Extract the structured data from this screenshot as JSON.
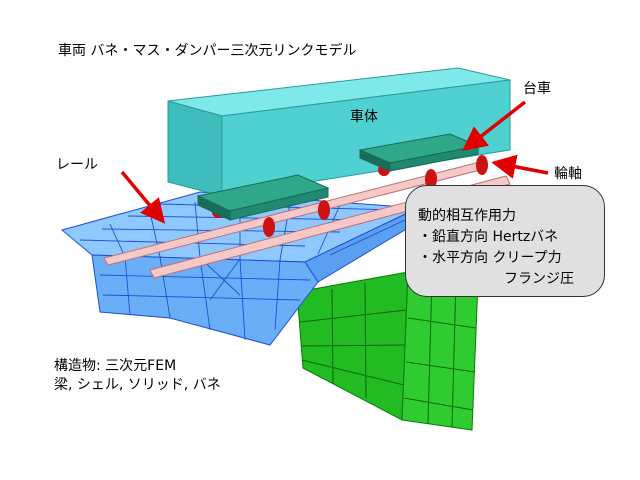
{
  "model_title": "車両 バネ・マス・ダンパー三次元リンクモデル",
  "labels": {
    "car_body": "車体",
    "bogie": "台車",
    "rail": "レール",
    "wheelset": "輪軸"
  },
  "interaction": {
    "title": "動的相互作用力",
    "line1": "・鉛直方向 Hertzバネ",
    "line2": "・水平方向 クリープ力",
    "line3": "フランジ圧"
  },
  "structure": {
    "line1": "構造物: 三次元FEM",
    "line2": "梁, シェル, ソリッド, バネ"
  },
  "colors": {
    "car_body": "#4fd1d1",
    "bogie": "#2fa88a",
    "rail": "#f6c9c9",
    "wheel": "#cc1111",
    "deck": "#8fc8ff",
    "pier": "#22bb22",
    "arrow": "#e00000",
    "bubble": "#e0e0e0"
  }
}
